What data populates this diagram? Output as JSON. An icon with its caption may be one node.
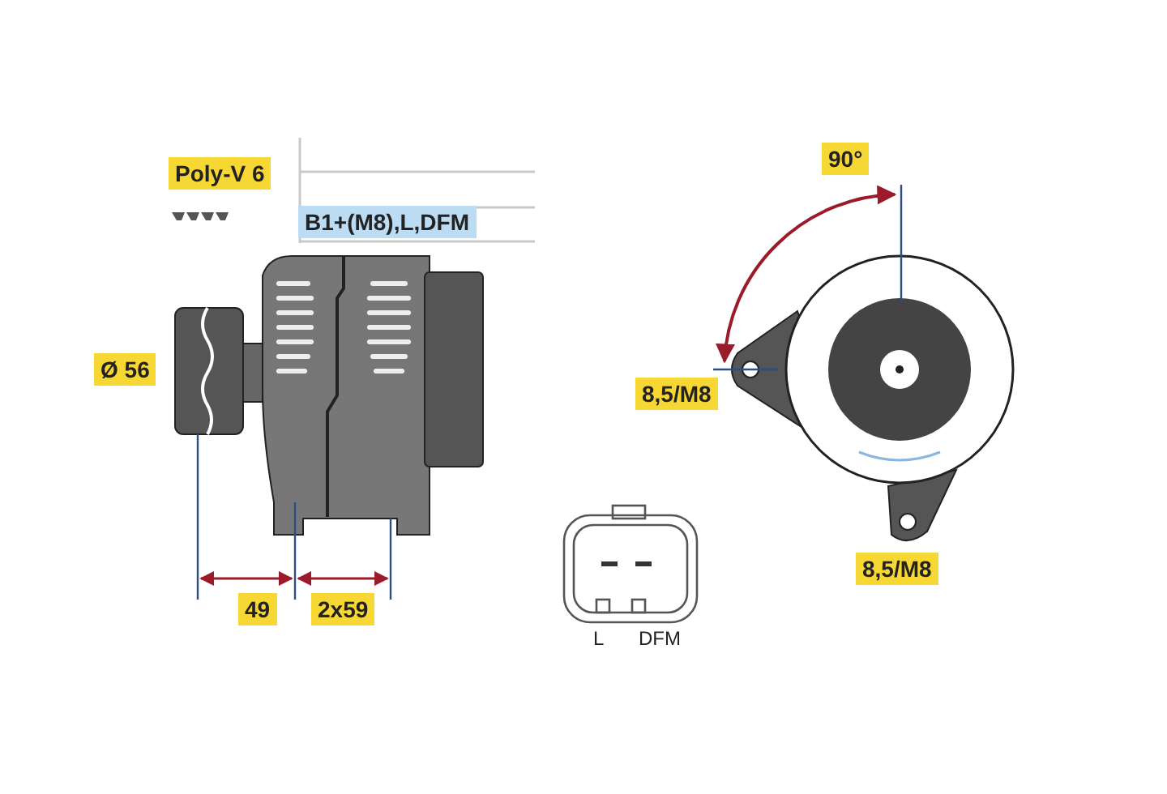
{
  "diagram": {
    "labels": [
      "Poly-V 6",
      "B1+(M8),L,DFM",
      "Ø 56",
      "49",
      "2x59",
      "90°",
      "8,5/M8",
      "8,5/M8",
      "L",
      "DFM"
    ]
  }
}
